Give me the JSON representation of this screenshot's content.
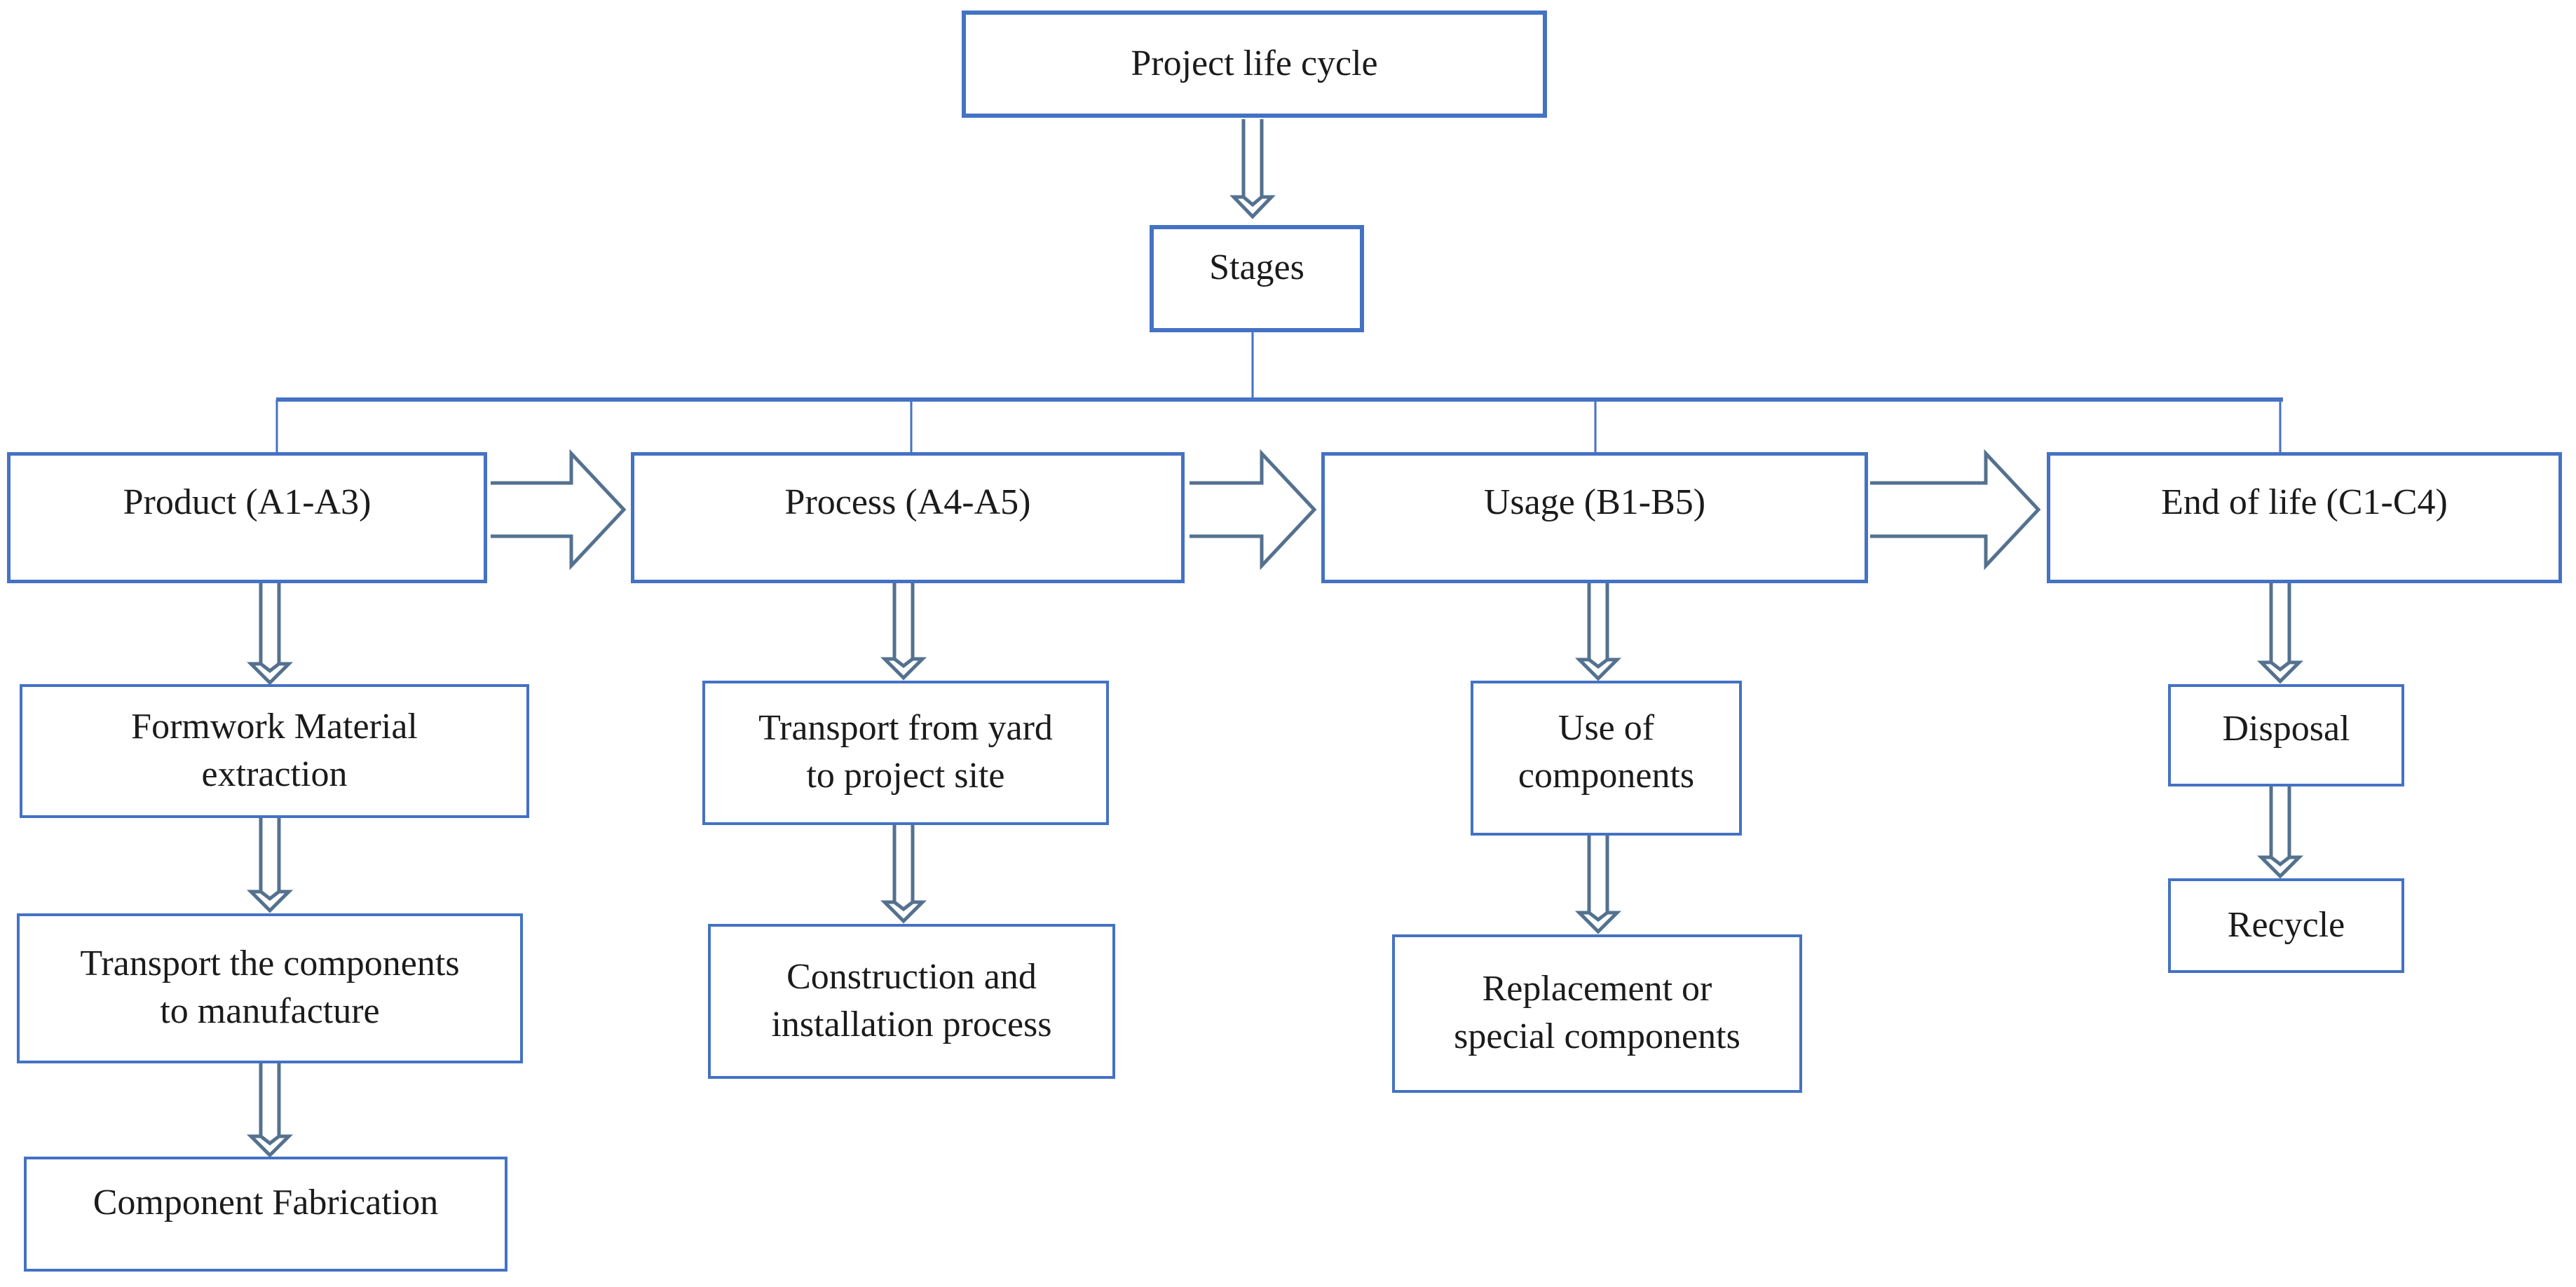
{
  "diagram": {
    "title": "Project life cycle",
    "stages_label": "Stages",
    "columns": [
      {
        "header": "Product (A1-A3)",
        "steps": [
          [
            "Formwork Material",
            "extraction"
          ],
          [
            "Transport the components",
            "to manufacture"
          ],
          [
            "Component Fabrication"
          ]
        ]
      },
      {
        "header": "Process (A4-A5)",
        "steps": [
          [
            "Transport from yard",
            "to project site"
          ],
          [
            "Construction and",
            "installation process"
          ]
        ]
      },
      {
        "header": "Usage (B1-B5)",
        "steps": [
          [
            "Use of",
            "components"
          ],
          [
            "Replacement or",
            "special components"
          ]
        ]
      },
      {
        "header": "End of life (C1-C4)",
        "steps": [
          [
            "Disposal"
          ],
          [
            "Recycle"
          ]
        ]
      }
    ]
  },
  "colors": {
    "box_border": "#4472C4",
    "connector_line": "#4472C4",
    "arrow_outline": "#54718F",
    "text": "#1B1B1B",
    "background": "#FFFFFF"
  }
}
